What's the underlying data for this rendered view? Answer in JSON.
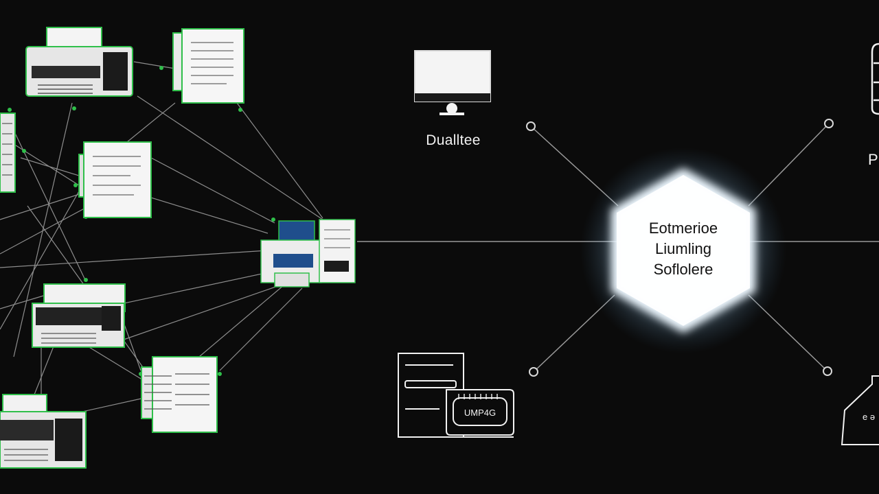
{
  "diagram": {
    "hub": {
      "lines": [
        "Eotmerioe",
        "Liumling",
        "Soflolere"
      ]
    },
    "monitor_label": "Dualltee",
    "server_badge_text": "UMP4G",
    "right_partial_label": "P",
    "right_partial_glyphs": "e ə",
    "colors": {
      "background": "#0b0b0b",
      "device_outline": "#2fbf4a",
      "connector": "#9a9a9a",
      "hub_glow": "#bfe3ff",
      "device_blue": "#1f4e8c"
    }
  }
}
